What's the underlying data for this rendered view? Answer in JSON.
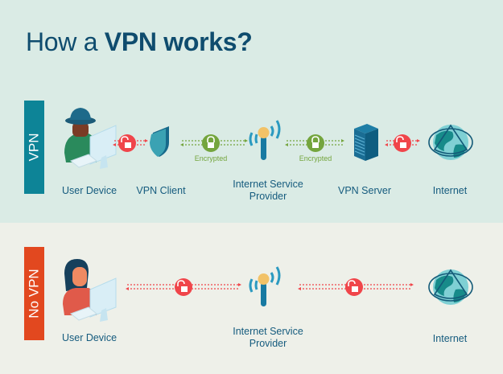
{
  "title": {
    "regular": "How a ",
    "bold": "VPN works?"
  },
  "sections": {
    "vpn": {
      "label": "VPN",
      "color": "#0d8497",
      "nodes": [
        {
          "label": "User Device"
        },
        {
          "label": "VPN Client"
        },
        {
          "label": "Internet Service",
          "label2": "Provider"
        },
        {
          "label": "VPN Server"
        },
        {
          "label": "Internet"
        }
      ],
      "links": [
        {
          "state": "unlocked",
          "color": "#f0454a"
        },
        {
          "state": "locked",
          "color": "#74a53d",
          "caption": "Encrypted"
        },
        {
          "state": "locked",
          "color": "#74a53d",
          "caption": "Encrypted"
        },
        {
          "state": "unlocked",
          "color": "#f0454a"
        }
      ]
    },
    "novpn": {
      "label": "No VPN",
      "color": "#e2481f",
      "nodes": [
        {
          "label": "User Device"
        },
        {
          "label": "Internet Service",
          "label2": "Provider"
        },
        {
          "label": "Internet"
        }
      ],
      "links": [
        {
          "state": "unlocked",
          "color": "#f0454a"
        },
        {
          "state": "unlocked",
          "color": "#f0454a"
        }
      ]
    }
  },
  "colors": {
    "top_bg": "#daebe5",
    "bottom_bg": "#eef0e9",
    "title": "#0f4c6e",
    "label": "#155b7e",
    "encrypted": "#74a53d",
    "unencrypted": "#f0454a"
  }
}
